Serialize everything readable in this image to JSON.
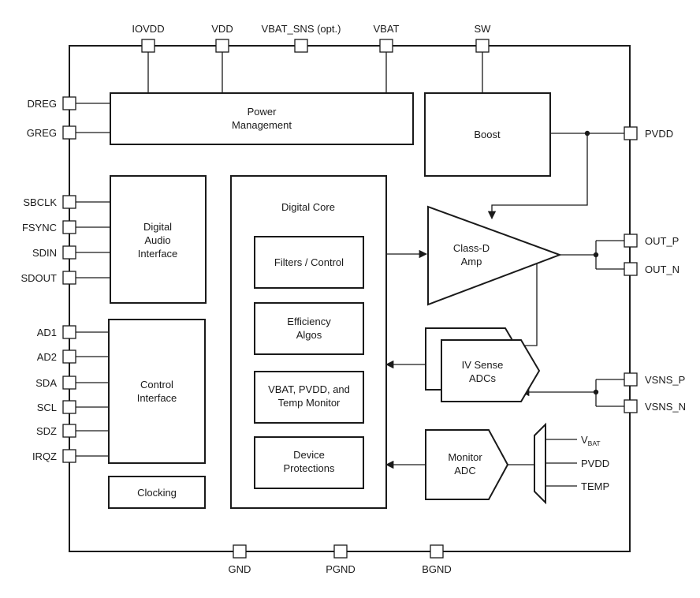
{
  "pins_top": [
    "IOVDD",
    "VDD",
    "VBAT_SNS (opt.)",
    "VBAT",
    "SW"
  ],
  "pins_left": [
    "DREG",
    "GREG",
    "SBCLK",
    "FSYNC",
    "SDIN",
    "SDOUT",
    "AD1",
    "AD2",
    "SDA",
    "SCL",
    "SDZ",
    "IRQZ"
  ],
  "pins_right": [
    "PVDD",
    "OUT_P",
    "OUT_N",
    "VSNS_P",
    "VSNS_N"
  ],
  "pins_bottom": [
    "GND",
    "PGND",
    "BGND"
  ],
  "blocks": {
    "power_management": [
      "Power",
      "Management"
    ],
    "boost": [
      "Boost"
    ],
    "digital_audio_interface": [
      "Digital",
      "Audio",
      "Interface"
    ],
    "control_interface": [
      "Control",
      "Interface"
    ],
    "clocking": [
      "Clocking"
    ],
    "digital_core": [
      "Digital Core"
    ],
    "filters_control": [
      "Filters / Control"
    ],
    "efficiency_algos": [
      "Efficiency",
      "Algos"
    ],
    "vbat_pvdd_temp_monitor": [
      "VBAT, PVDD, and",
      "Temp Monitor"
    ],
    "device_protections": [
      "Device",
      "Protections"
    ],
    "class_d_amp": [
      "Class-D",
      "Amp"
    ],
    "iv_sense_adcs": [
      "IV Sense",
      "ADCs"
    ],
    "monitor_adc": [
      "Monitor",
      "ADC"
    ]
  },
  "mux_inputs": {
    "vbat_main": "V",
    "vbat_sub": "BAT",
    "pvdd": "PVDD",
    "temp": "TEMP"
  }
}
